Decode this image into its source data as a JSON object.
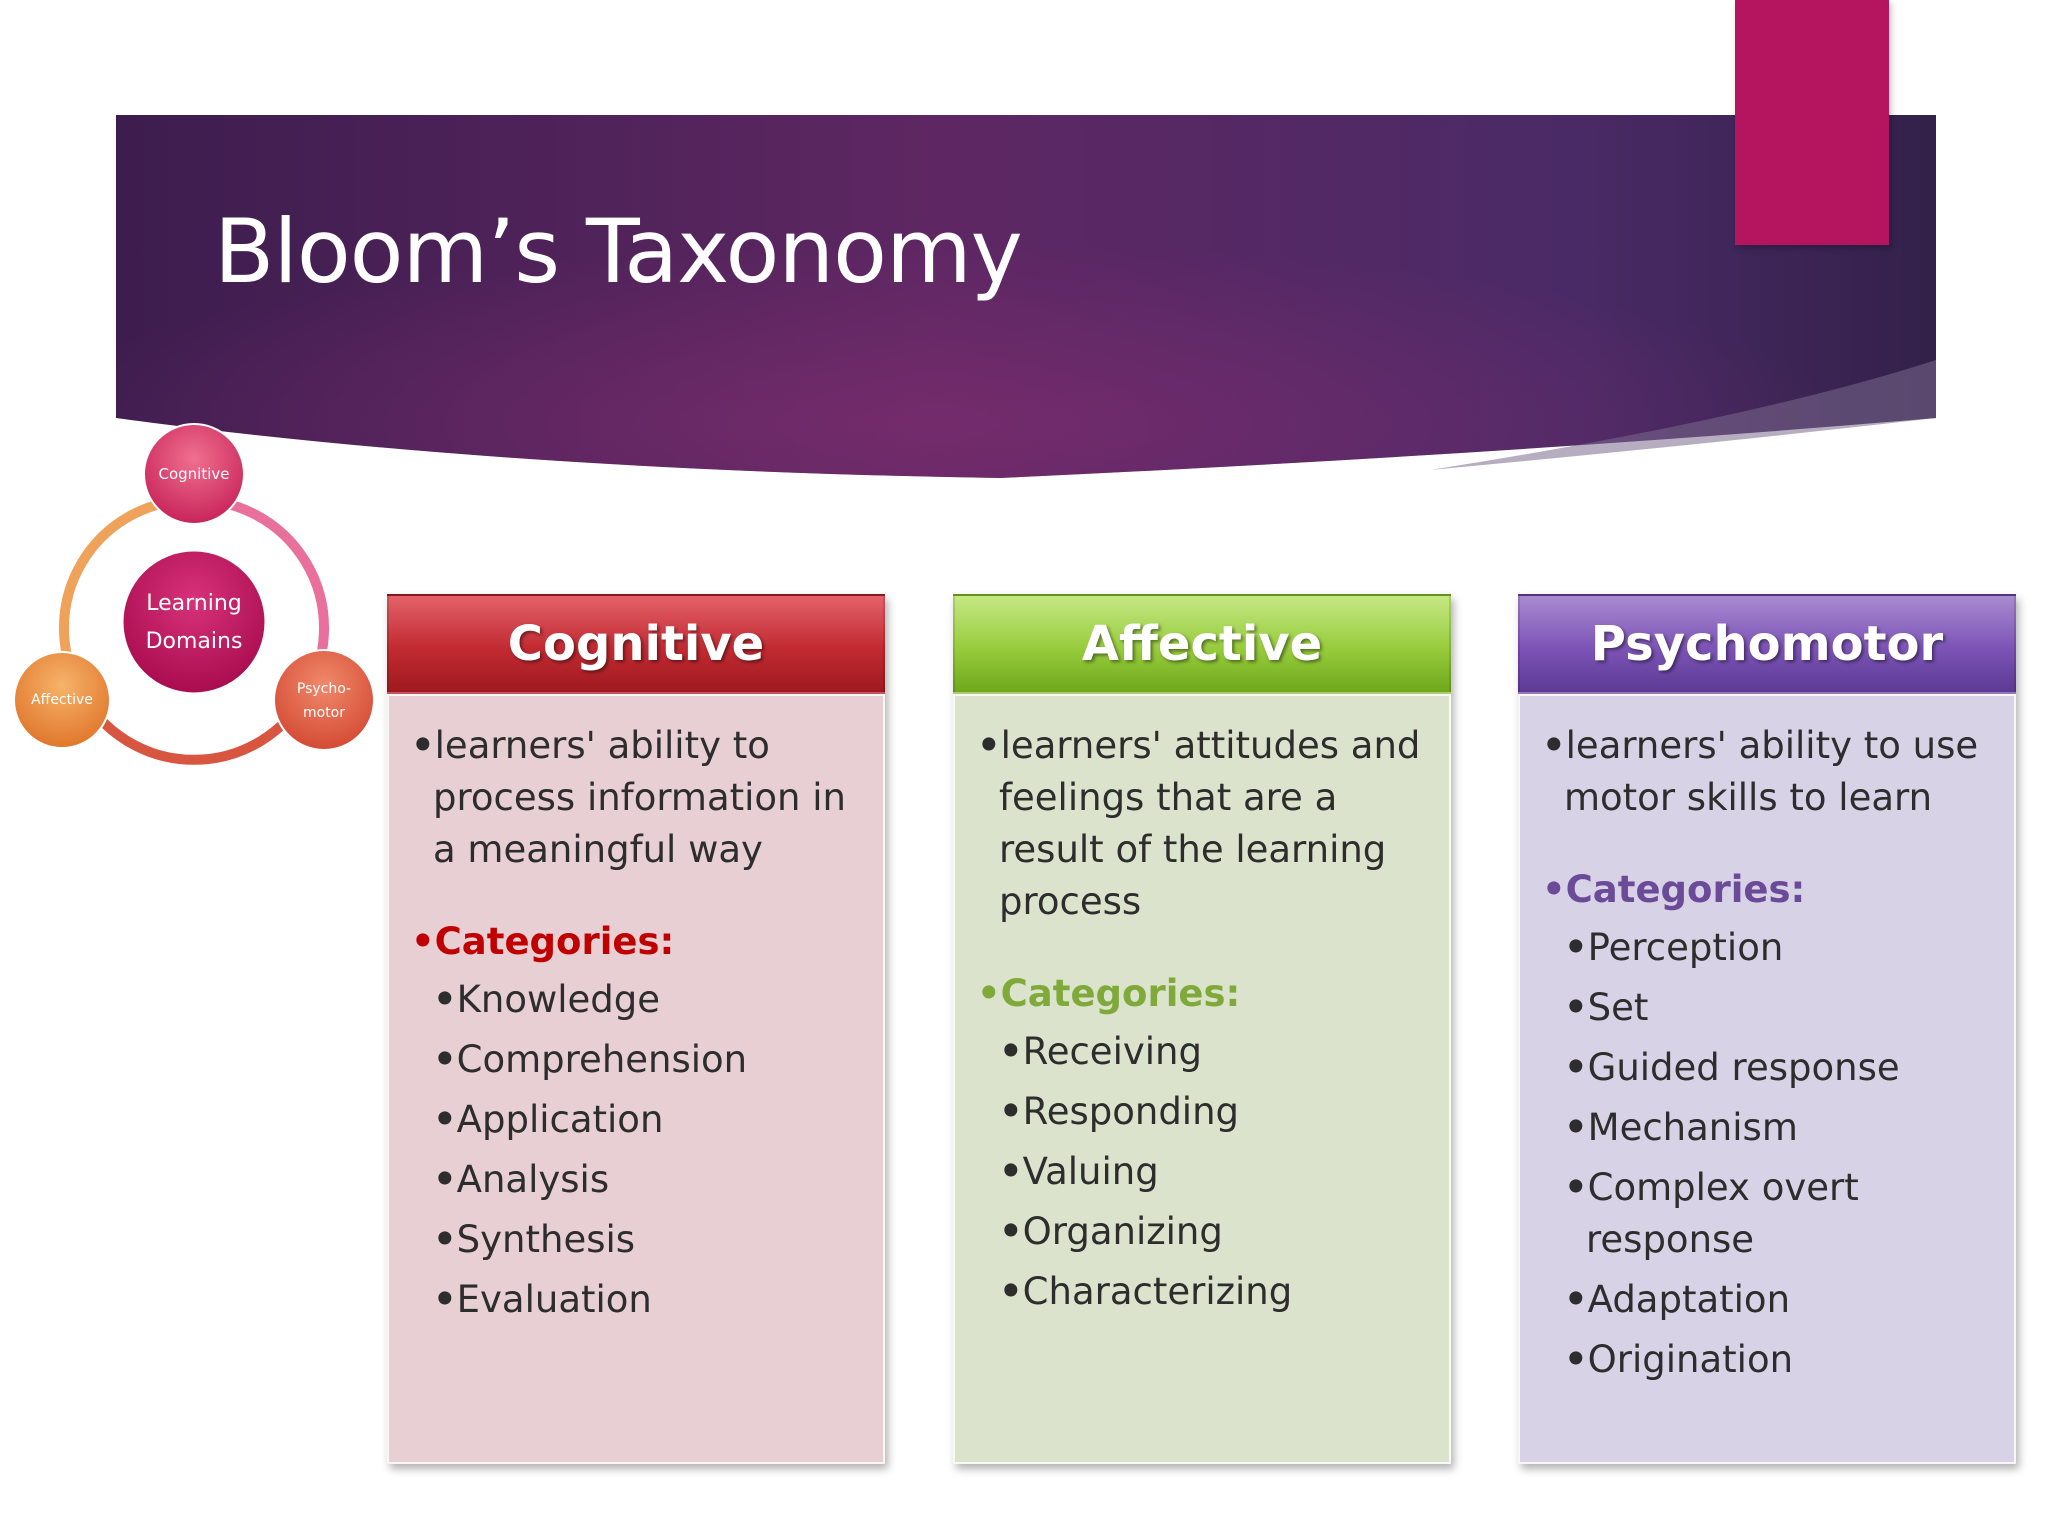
{
  "slide": {
    "title": "Bloom’s Taxonomy",
    "colors": {
      "banner_dark": "#3f1e4f",
      "banner_mid": "#6a2a64",
      "accent": "#b5155f"
    }
  },
  "cycle_diagram": {
    "center_label_line1": "Learning",
    "center_label_line2": "Domains",
    "nodes": {
      "cognitive": "Cognitive",
      "affective": "Affective",
      "psychomotor_line1": "Psycho-",
      "psychomotor_line2": "motor"
    }
  },
  "cards": {
    "cognitive": {
      "title": "Cognitive",
      "description": "learners' ability to process information in a meaningful way",
      "categories_heading": "Categories:",
      "categories": [
        "Knowledge",
        "Comprehension",
        "Application",
        "Analysis",
        "Synthesis",
        "Evaluation"
      ]
    },
    "affective": {
      "title": "Affective",
      "description": "learners' attitudes and feelings that are a result of the learning process",
      "categories_heading": "Categories:",
      "categories": [
        "Receiving",
        "Responding",
        "Valuing",
        "Organizing",
        "Characterizing"
      ]
    },
    "psychomotor": {
      "title": "Psychomotor",
      "description": "learners' ability to use motor skills to learn",
      "categories_heading": "Categories:",
      "categories": [
        "Perception",
        "Set",
        "Guided response",
        "Mechanism",
        "Complex overt response",
        "Adaptation",
        "Origination"
      ]
    }
  }
}
